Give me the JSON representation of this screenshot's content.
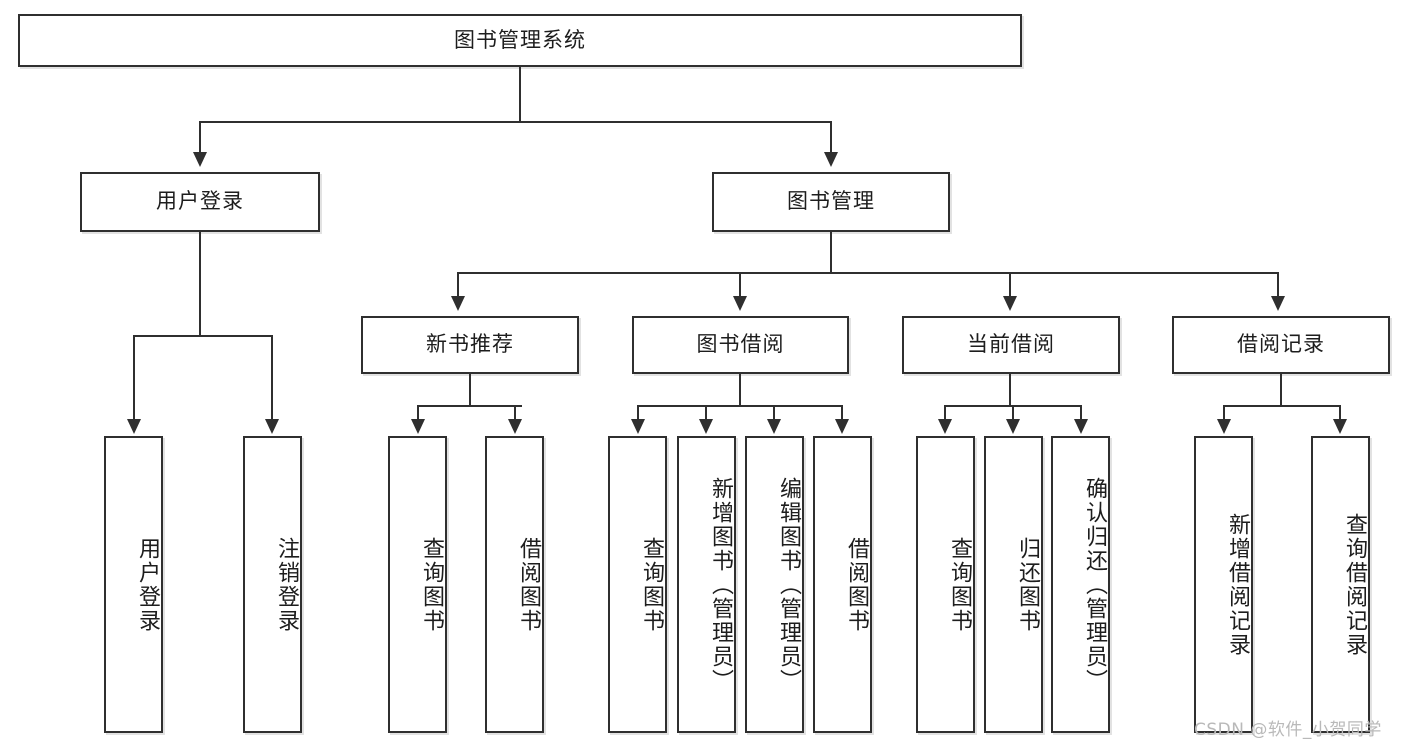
{
  "diagram": {
    "type": "tree-hierarchy-function-structure-diagram",
    "background_color": "#ffffff",
    "line_color": "#2f2f2f",
    "box_fill": "#ffffff",
    "root": {
      "label": "图书管理系统"
    },
    "level2": [
      {
        "label": "用户登录"
      },
      {
        "label": "图书管理"
      }
    ],
    "level3": [
      {
        "label": "新书推荐"
      },
      {
        "label": "图书借阅"
      },
      {
        "label": "当前借阅"
      },
      {
        "label": "借阅记录"
      }
    ],
    "leaves": {
      "user_login": [
        {
          "label": "用户登录"
        },
        {
          "label": "注销登录"
        }
      ],
      "new_book_recommend": [
        {
          "label": "查询图书"
        },
        {
          "label": "借阅图书"
        }
      ],
      "book_borrow": [
        {
          "label": "查询图书"
        },
        {
          "label": "新增图书（管理员）"
        },
        {
          "label": "编辑图书（管理员）"
        },
        {
          "label": "借阅图书"
        }
      ],
      "current_borrow": [
        {
          "label": "查询图书"
        },
        {
          "label": "归还图书"
        },
        {
          "label": "确认归还（管理员）"
        }
      ],
      "borrow_record": [
        {
          "label": "新增借阅记录"
        },
        {
          "label": "查询借阅记录"
        }
      ]
    },
    "watermark": "CSDN @软件_小贺同学"
  }
}
